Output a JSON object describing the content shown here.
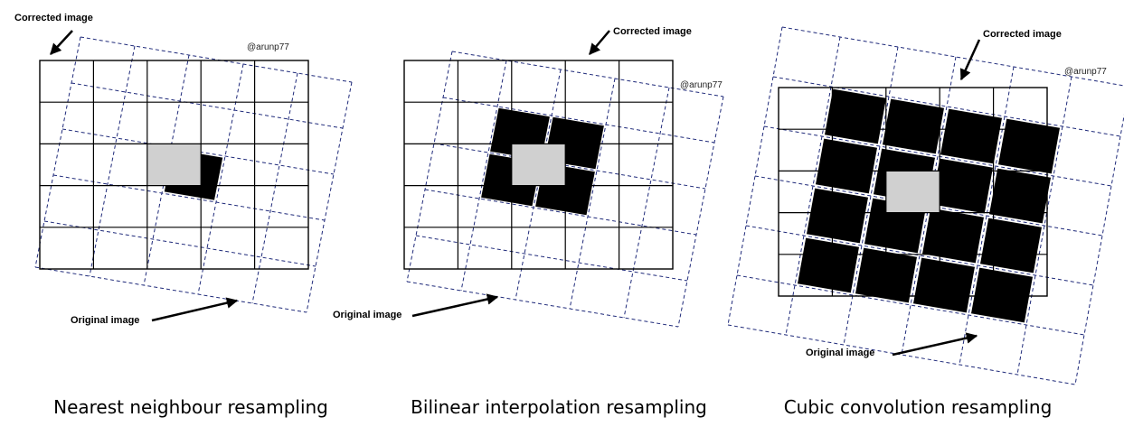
{
  "colors": {
    "corrected_grid": "#000000",
    "original_grid": "#1f2a7a",
    "input_pixel": "#000000",
    "output_pixel": "#d0d0d0"
  },
  "panels": [
    {
      "corrected_label": "Corrected image",
      "original_label": "Original image",
      "handle": "@arunp77",
      "caption": "Nearest neighbour resampling"
    },
    {
      "corrected_label": "Corrected image",
      "original_label": "Original image",
      "handle": "@arunp77",
      "caption": "Bilinear interpolation resampling"
    },
    {
      "corrected_label": "Corrected image",
      "original_label": "Original image",
      "handle": "@arunp77",
      "caption": "Cubic convolution resampling"
    }
  ]
}
